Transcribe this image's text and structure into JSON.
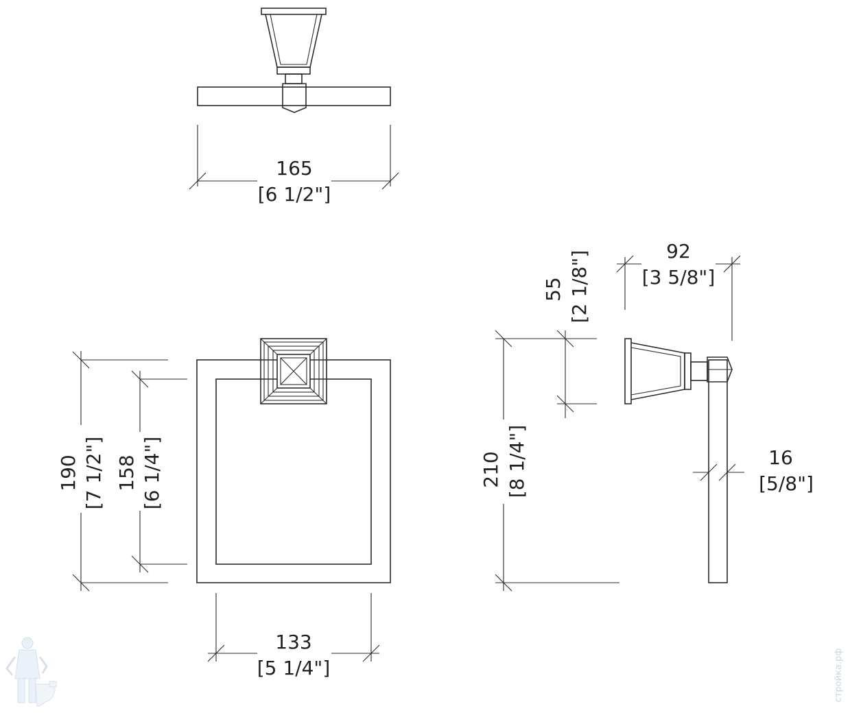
{
  "dimensions": {
    "top_width": {
      "mm": "165",
      "inch": "[6 1/2\"]"
    },
    "front_outer_height": {
      "mm": "190",
      "inch": "[7 1/2\"]"
    },
    "front_inner_height": {
      "mm": "158",
      "inch": "[6 1/4\"]"
    },
    "front_inner_width": {
      "mm": "133",
      "inch": "[5 1/4\"]"
    },
    "side_depth": {
      "mm": "92",
      "inch": "[3 5/8\"]"
    },
    "side_mount_height": {
      "mm": "55",
      "inch": "[2 1/8\"]"
    },
    "side_total_height": {
      "mm": "210",
      "inch": "[8 1/4\"]"
    },
    "side_bar_thickness": {
      "mm": "16",
      "inch": "[5/8\"]"
    }
  },
  "watermark": {
    "text": "стройка.рф",
    "icon": "plumber-mascot-icon"
  },
  "colors": {
    "line": "#2a2a2a",
    "watermark": "#c9d6e6"
  }
}
